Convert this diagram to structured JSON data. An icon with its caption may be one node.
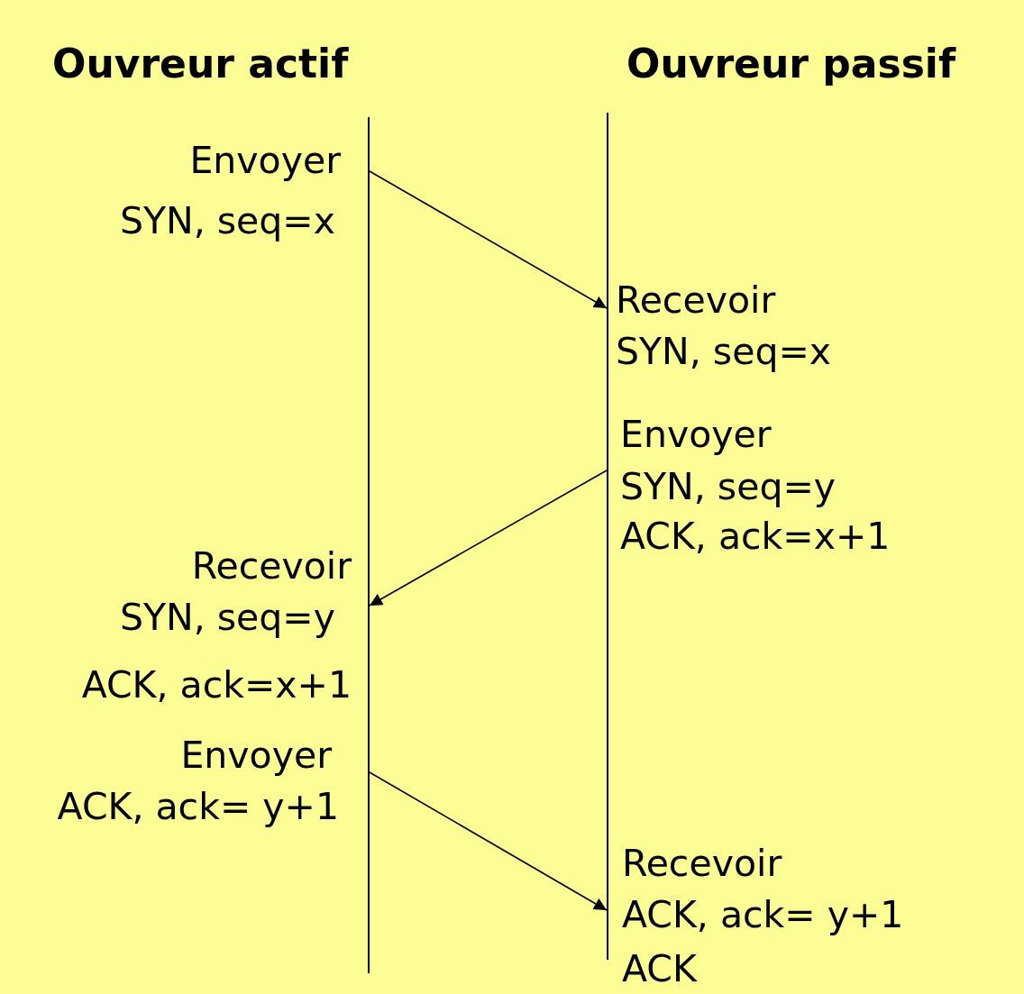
{
  "diagram": {
    "nodes": [
      {
        "text": [
          "Ouvreur actif"
        ]
      },
      {
        "text": [
          "Ouvreur passif"
        ]
      }
    ],
    "edges": [
      {
        "from": 0,
        "to": 1,
        "arrow": "to"
      },
      {
        "from": 1,
        "to": 0,
        "arrow": "to"
      },
      {
        "from": 0,
        "to": 1,
        "arrow": "to"
      }
    ],
    "labels": [
      "Envoyer",
      "SYN, seq=x",
      "Recevoir",
      "SYN, seq=x",
      "Envoyer",
      "SYN, seq=y",
      "ACK, ack=x+1",
      "Recevoir",
      "SYN, seq=y",
      "ACK, ack=x+1",
      "Envoyer",
      "ACK, ack= y+1",
      "Recevoir",
      "ACK, ack= y+1",
      "ACK"
    ]
  }
}
